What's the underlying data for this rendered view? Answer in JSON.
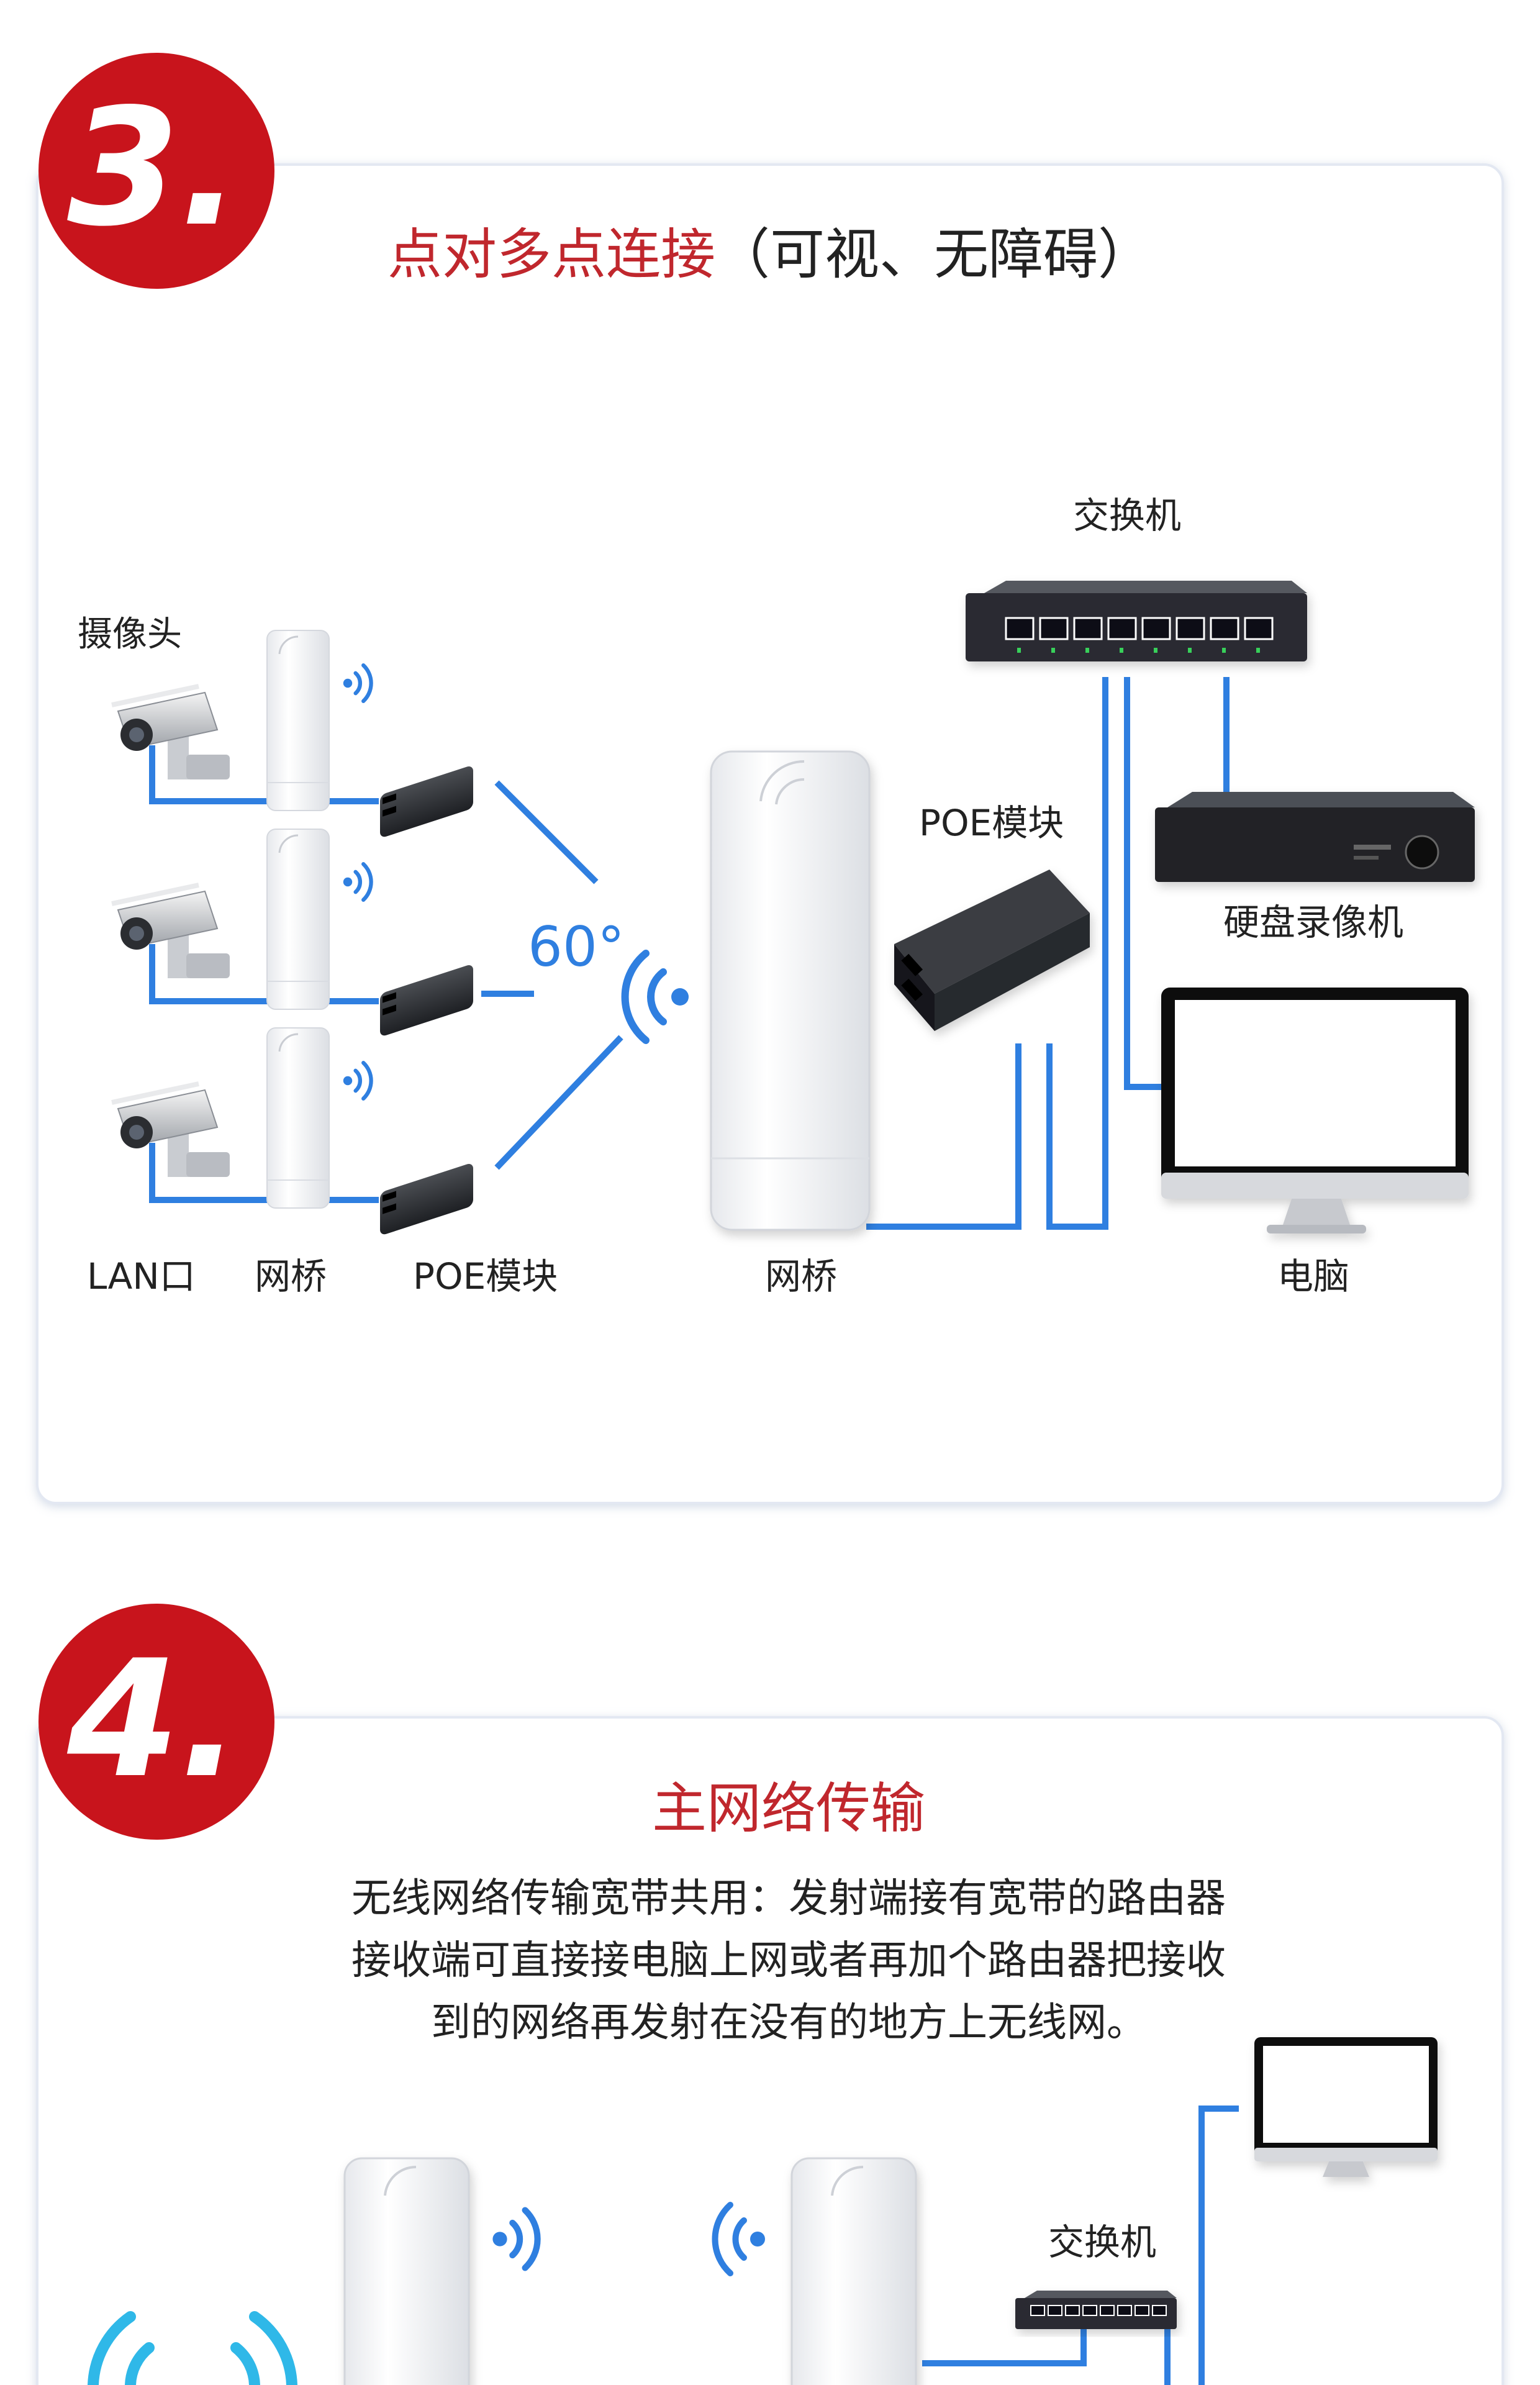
{
  "section3": {
    "badge": "3.",
    "title_red": "点对多点连接",
    "title_dark": "（可视、无障碍）",
    "angle": "60°",
    "labels": {
      "camera": "摄像头",
      "switch": "交换机",
      "poe_center": "POE模块",
      "nvr": "硬盘录像机",
      "lan": "LAN口",
      "bridge_left": "网桥",
      "poe_left": "POE模块",
      "bridge_center": "网桥",
      "pc": "电脑"
    }
  },
  "section4": {
    "badge": "4.",
    "title": "主网络传输",
    "desc": [
      "无线网络传输宽带共用：发射端接有宽带的路由器",
      "接收端可直接接电脑上网或者再加个路由器把接收",
      "到的网络再发射在没有的地方上无线网。"
    ],
    "labels": {
      "switch": "交换机"
    }
  },
  "colors": {
    "accent_red": "#c8141c",
    "title_red": "#c0272d",
    "cable_blue": "#2f7fe0",
    "text_dark": "#222222",
    "card_border": "#e3e8f2"
  }
}
